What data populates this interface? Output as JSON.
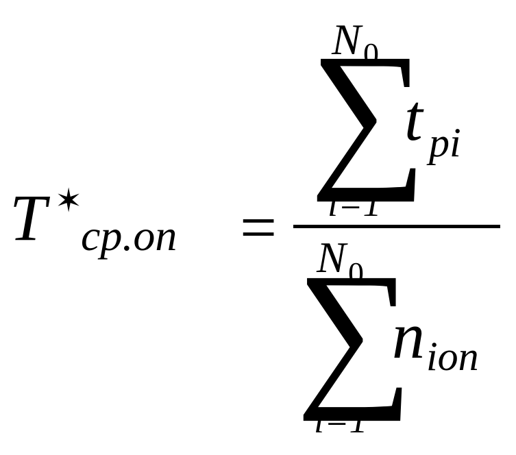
{
  "formula": {
    "lhs": {
      "symbol": "T",
      "superscript": "✶",
      "subscript": "cp.on"
    },
    "equals": "=",
    "numerator": {
      "sum_symbol": "∑",
      "upper_limit": "N",
      "upper_limit_sub": "0",
      "lower_limit": "i=1",
      "term": "t",
      "term_sub": "pi"
    },
    "denominator": {
      "sum_symbol": "∑",
      "upper_limit": "N",
      "upper_limit_sub": "0",
      "lower_limit": "i=1",
      "term": "n",
      "term_sub": "ion"
    }
  }
}
